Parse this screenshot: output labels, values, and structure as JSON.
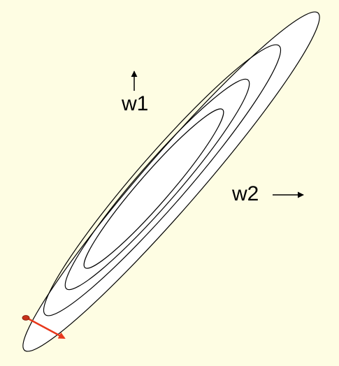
{
  "labels": {
    "w1": "w1",
    "w2": "w2"
  },
  "colors": {
    "background": "#fefde3",
    "ellipse_fill": "#ffffff",
    "contour_stroke": "#000000",
    "gradient_arrow": "#e8391c",
    "start_point": "#c8321a"
  },
  "contour_count": 4
}
